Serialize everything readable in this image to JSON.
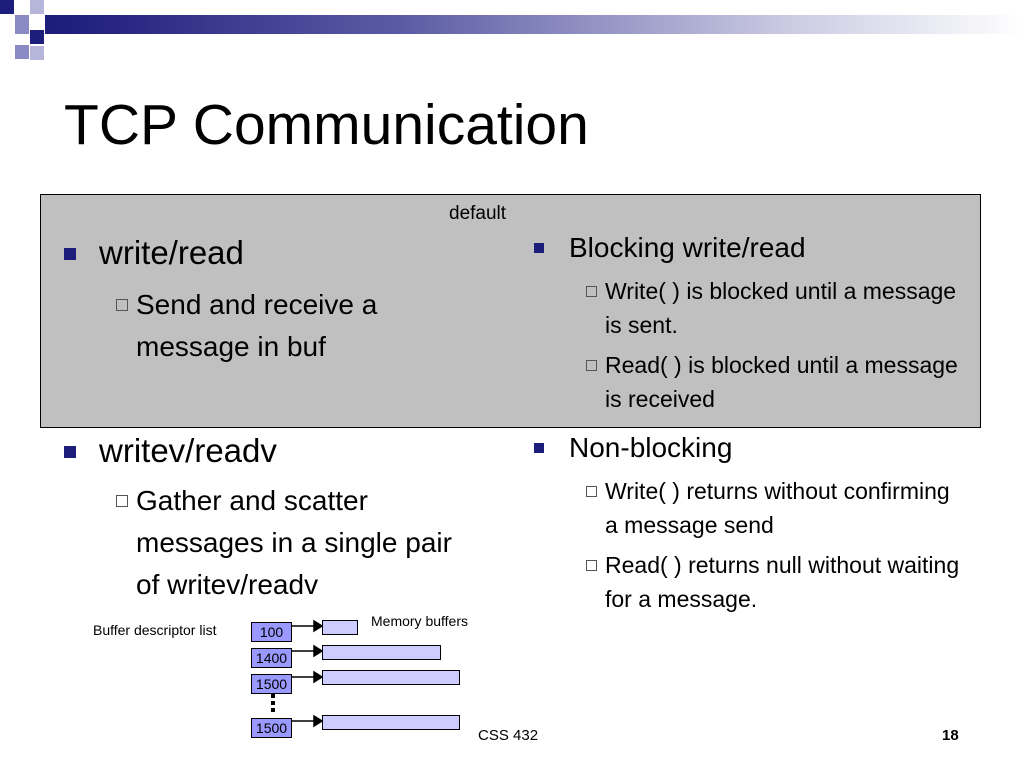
{
  "slide": {
    "title": "TCP Communication",
    "default_label": "default",
    "left_column": [
      {
        "heading": "write/read",
        "subitems": [
          "Send and receive a message in buf"
        ]
      },
      {
        "heading": "writev/readv",
        "subitems": [
          "Gather and scatter messages in a single pair of writev/readv"
        ]
      }
    ],
    "right_column": [
      {
        "heading": "Blocking write/read",
        "subitems": [
          "Write( ) is blocked until a message is sent.",
          "Read( ) is blocked until a message is received"
        ]
      },
      {
        "heading": "Non-blocking",
        "subitems": [
          "Write( ) returns without confirming a message send",
          "Read( ) returns null without waiting for a message."
        ]
      }
    ],
    "diagram": {
      "descriptor_label": "Buffer descriptor list",
      "memory_label": "Memory buffers",
      "descriptors": [
        "100",
        "1400",
        "1500",
        "1500"
      ]
    },
    "footer": {
      "course": "CSS 432",
      "page": "18"
    },
    "colors": {
      "accent": "#1d1d7c",
      "box_gray": "#c0c0c0",
      "descriptor_fill": "#9999ff",
      "buffer_fill": "#ccccff"
    }
  }
}
